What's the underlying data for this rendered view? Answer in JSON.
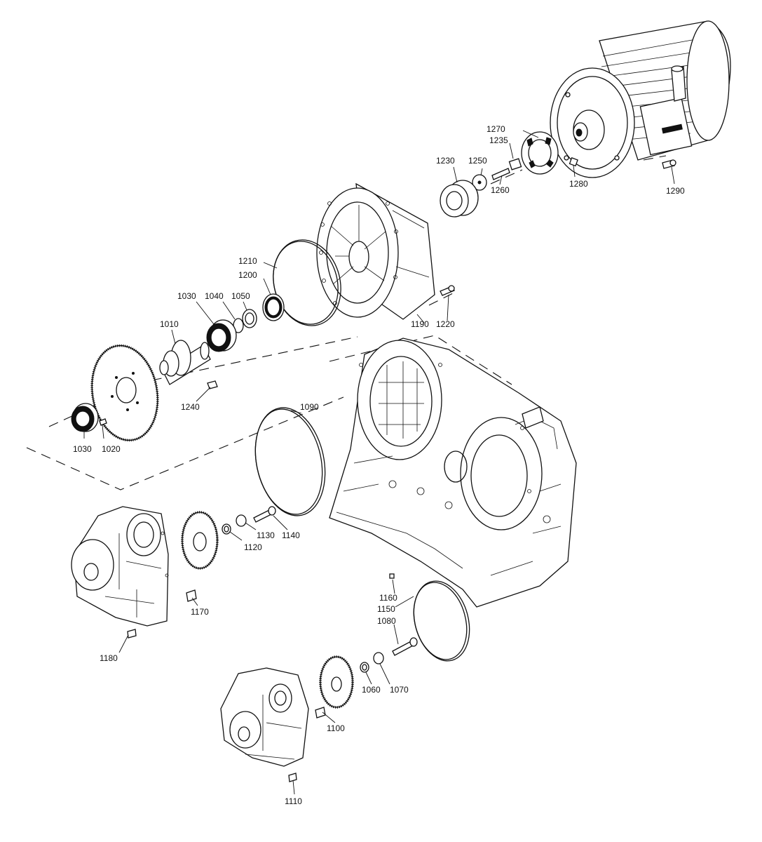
{
  "parts": {
    "p1010": "1010",
    "p1020": "1020",
    "p1030a": "1030",
    "p1030b": "1030",
    "p1040": "1040",
    "p1050": "1050",
    "p1060": "1060",
    "p1070": "1070",
    "p1080": "1080",
    "p1090": "1090",
    "p1100": "1100",
    "p1110": "1110",
    "p1120": "1120",
    "p1130": "1130",
    "p1140": "1140",
    "p1150": "1150",
    "p1160": "1160",
    "p1170": "1170",
    "p1180": "1180",
    "p1190": "1190",
    "p1200": "1200",
    "p1210": "1210",
    "p1220": "1220",
    "p1230": "1230",
    "p1235": "1235",
    "p1240": "1240",
    "p1250": "1250",
    "p1260": "1260",
    "p1270": "1270",
    "p1280": "1280",
    "p1290": "1290"
  }
}
